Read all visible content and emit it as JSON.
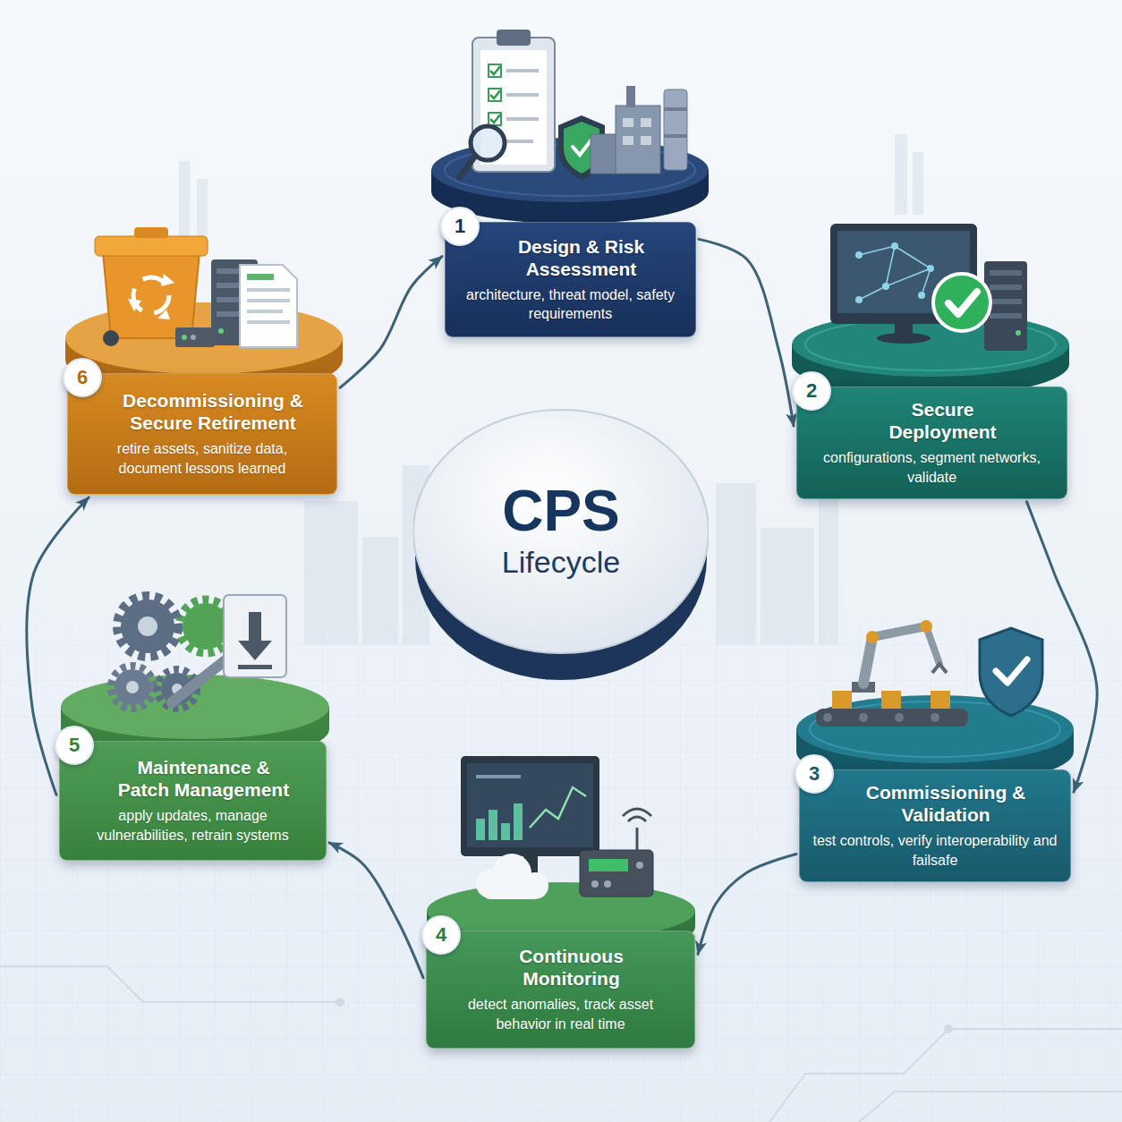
{
  "diagram": {
    "nodes": [
      {
        "text": [
          "1",
          "Design & Risk Assessment",
          "architecture, threat model, safety requirements"
        ]
      },
      {
        "text": [
          "2",
          "Secure Deployment",
          "configurations, segment networks, validate"
        ]
      },
      {
        "text": [
          "3",
          "Commissioning & Validation",
          "test controls, verify interoperability and failsafe"
        ]
      },
      {
        "text": [
          "4",
          "Continuous Monitoring",
          "detect anomalies, track asset behavior in real time"
        ]
      },
      {
        "text": [
          "5",
          "Maintenance & Patch Management",
          "apply updates, manage vulnerabilities, retrain systems"
        ]
      },
      {
        "text": [
          "6",
          "Decommissioning & Secure Retirement",
          "retire assets, sanitize data, document lessons learned"
        ]
      },
      {
        "text": [
          "CPS",
          "Lifecycle"
        ]
      }
    ],
    "edges": [
      {
        "from": 0,
        "to": 1,
        "arrow": "to"
      },
      {
        "from": 1,
        "to": 2,
        "arrow": "to"
      },
      {
        "from": 2,
        "to": 3,
        "arrow": "to"
      },
      {
        "from": 3,
        "to": 4,
        "arrow": "to"
      },
      {
        "from": 4,
        "to": 5,
        "arrow": "to"
      },
      {
        "from": 5,
        "to": 0,
        "arrow": "to"
      }
    ]
  }
}
